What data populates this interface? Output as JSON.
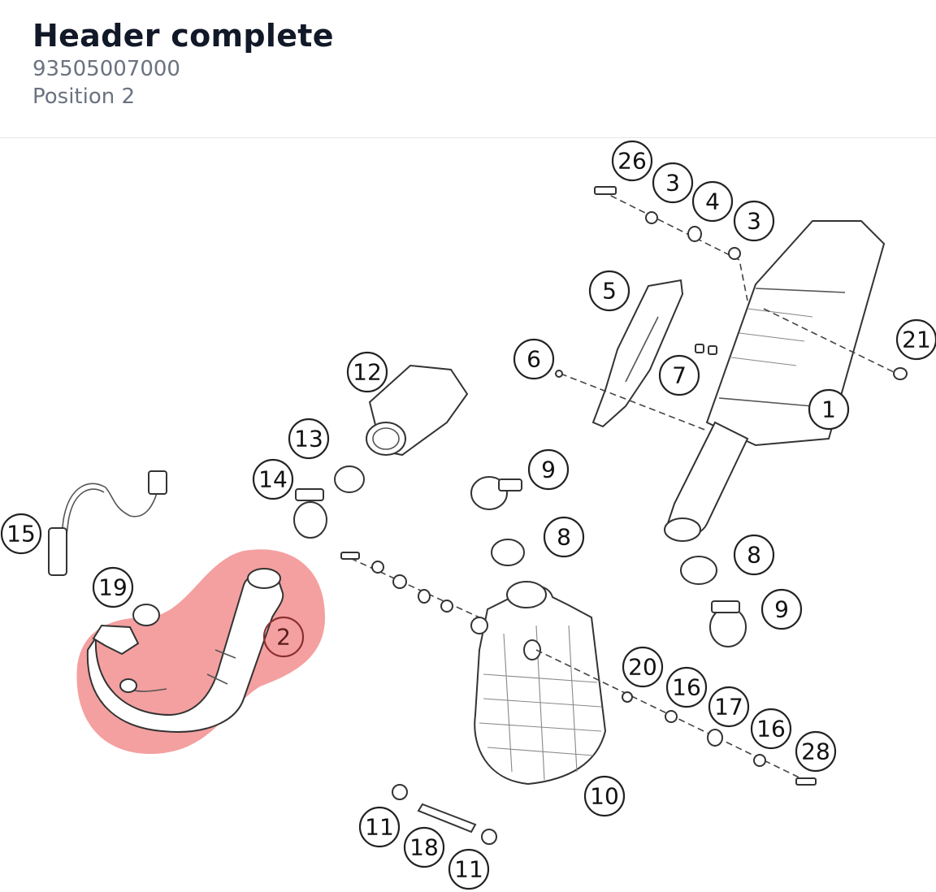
{
  "header": {
    "title": "Header complete",
    "part_number": "93505007000",
    "position": "Position 2"
  },
  "diagram": {
    "highlight_color": "#f08080",
    "callouts": [
      {
        "id": "c26",
        "label": "26"
      },
      {
        "id": "c3a",
        "label": "3"
      },
      {
        "id": "c4",
        "label": "4"
      },
      {
        "id": "c3b",
        "label": "3"
      },
      {
        "id": "c5",
        "label": "5"
      },
      {
        "id": "c21",
        "label": "21"
      },
      {
        "id": "c6",
        "label": "6"
      },
      {
        "id": "c7",
        "label": "7"
      },
      {
        "id": "c12",
        "label": "12"
      },
      {
        "id": "c1",
        "label": "1"
      },
      {
        "id": "c13",
        "label": "13"
      },
      {
        "id": "c9a",
        "label": "9"
      },
      {
        "id": "c14",
        "label": "14"
      },
      {
        "id": "c15",
        "label": "15"
      },
      {
        "id": "c8a",
        "label": "8"
      },
      {
        "id": "c8b",
        "label": "8"
      },
      {
        "id": "c19",
        "label": "19"
      },
      {
        "id": "c2",
        "label": "2"
      },
      {
        "id": "c9b",
        "label": "9"
      },
      {
        "id": "c20",
        "label": "20"
      },
      {
        "id": "c16a",
        "label": "16"
      },
      {
        "id": "c17",
        "label": "17"
      },
      {
        "id": "c16b",
        "label": "16"
      },
      {
        "id": "c28",
        "label": "28"
      },
      {
        "id": "c10",
        "label": "10"
      },
      {
        "id": "c11a",
        "label": "11"
      },
      {
        "id": "c18",
        "label": "18"
      },
      {
        "id": "c11b",
        "label": "11"
      }
    ]
  }
}
